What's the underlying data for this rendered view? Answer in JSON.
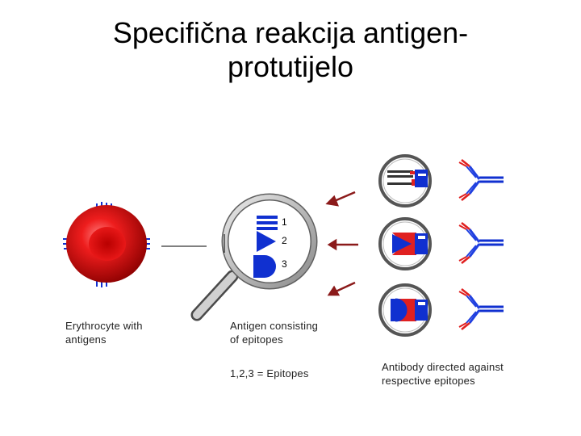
{
  "title": {
    "line1": "Specifična reakcija antigen-",
    "line2": "protutijelo"
  },
  "epitope_labels": [
    "1",
    "2",
    "3"
  ],
  "captions": {
    "erythrocyte": [
      "Erythrocyte with",
      "antigens"
    ],
    "antigen": [
      "Antigen consisting",
      "of epitopes"
    ],
    "epitopes": "1,2,3 = Epitopes",
    "antibody": [
      "Antibody directed against",
      "respective epitopes"
    ]
  },
  "footnote": "",
  "colors": {
    "cell_red": "#e01010",
    "epitope_blue": "#1030d0",
    "antibody_red": "#e02020",
    "arrow": "#8b1a1a",
    "magnifier_grey": "#9a9a9a"
  }
}
